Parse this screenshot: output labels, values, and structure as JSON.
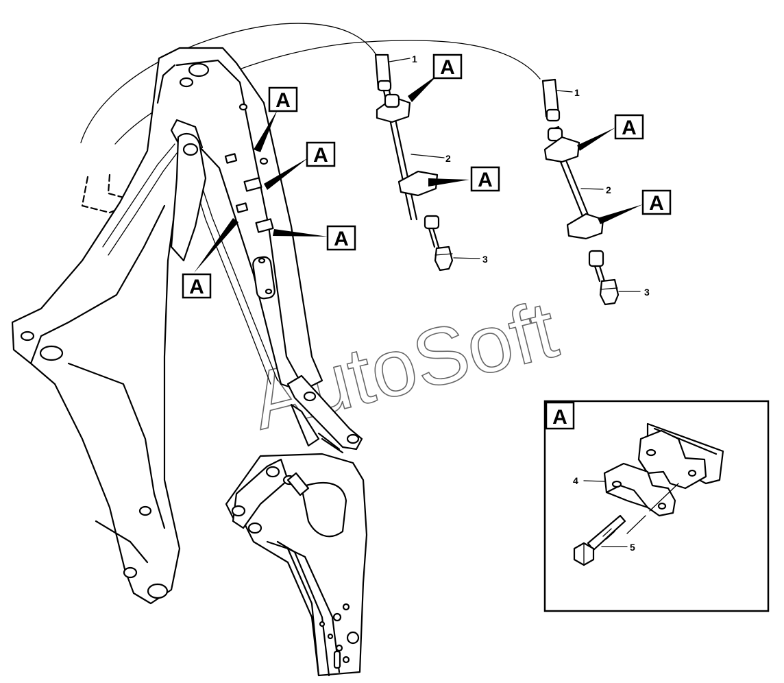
{
  "watermark": "AutoSoft",
  "callout_letter": "A",
  "labels": {
    "p1": "1",
    "p2": "2",
    "p3": "3",
    "p4": "4",
    "p5": "5"
  },
  "detail": {
    "title": "A"
  }
}
